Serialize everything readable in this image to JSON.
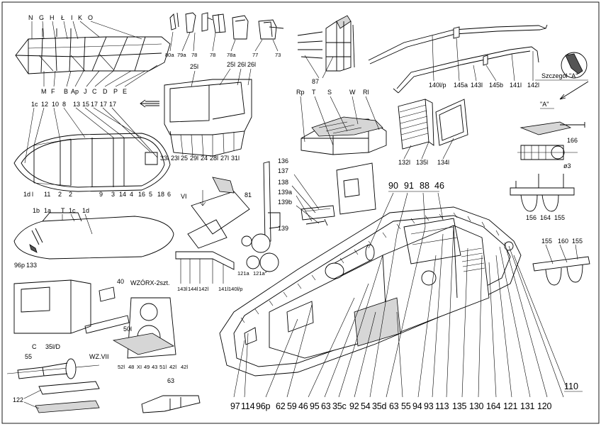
{
  "sheet": {
    "frame_labels": {
      "top_left": [
        "N",
        "G",
        "H",
        "Ł",
        "I",
        "K",
        "O"
      ],
      "hull_top_under": [
        "M",
        "F",
        "B",
        "Ap",
        "J",
        "C",
        "D",
        "P",
        "E"
      ],
      "body_parts": [
        "25l",
        "25l",
        "26l",
        "26l",
        "33l",
        "23l",
        "25",
        "29l",
        "24",
        "28l",
        "27l",
        "31l"
      ],
      "small_top": [
        "80a",
        "79a",
        "78",
        "78",
        "78a",
        "77",
        "73"
      ],
      "rails": [
        "87",
        "140l/p",
        "145a",
        "143l",
        "145b",
        "141l",
        "142l"
      ],
      "detail_a": "Szczegół \"A\"",
      "detail_a_arrow": "\"A\"",
      "platform": [
        "Rp",
        "T",
        "S",
        "W",
        "Rl"
      ],
      "grille": [
        "132l",
        "135l",
        "134l"
      ],
      "hinge": [
        "166",
        "ø3"
      ],
      "clips_left": [
        "156",
        "164",
        "155"
      ],
      "clips_right": [
        "155",
        "160",
        "155"
      ],
      "hull_outline": [
        "1c",
        "12",
        "10",
        "8",
        "13",
        "15",
        "17",
        "17",
        "17"
      ],
      "hull_bottom": [
        "1d",
        "l",
        "11",
        "2",
        "2",
        "9",
        "3",
        "14",
        "4",
        "16",
        "5",
        "18",
        "6"
      ],
      "roof_side": [
        "1b",
        "1a",
        "T",
        "1c",
        "1d",
        "96p",
        "133"
      ],
      "panel_vi": [
        "VI",
        "81"
      ],
      "pins": [
        "136",
        "137",
        "138",
        "139a",
        "139b",
        "139"
      ],
      "top_numbers": [
        "90",
        "91",
        "88",
        "46"
      ],
      "rail_small": [
        "143l",
        "144l",
        "142l",
        "141l",
        "140l/p"
      ],
      "lamps": [
        "121a",
        "121a\""
      ],
      "cab": [
        "C",
        "35l/D"
      ],
      "mg": [
        "40",
        "WZÓRX-2szt.",
        "50l",
        "52l",
        "48",
        "XI",
        "49",
        "43",
        "51l",
        "42l",
        "42l"
      ],
      "shaft": [
        "55",
        "WZ.VII"
      ],
      "bottom_left": [
        "122",
        "63"
      ],
      "right_number": "110",
      "bottom_row": [
        "97",
        "114",
        "96p",
        "62",
        "59",
        "46",
        "95",
        "63",
        "35c",
        "92",
        "54",
        "35d",
        "63",
        "55",
        "94",
        "93",
        "113",
        "135",
        "130",
        "164",
        "121",
        "131",
        "120"
      ]
    }
  }
}
